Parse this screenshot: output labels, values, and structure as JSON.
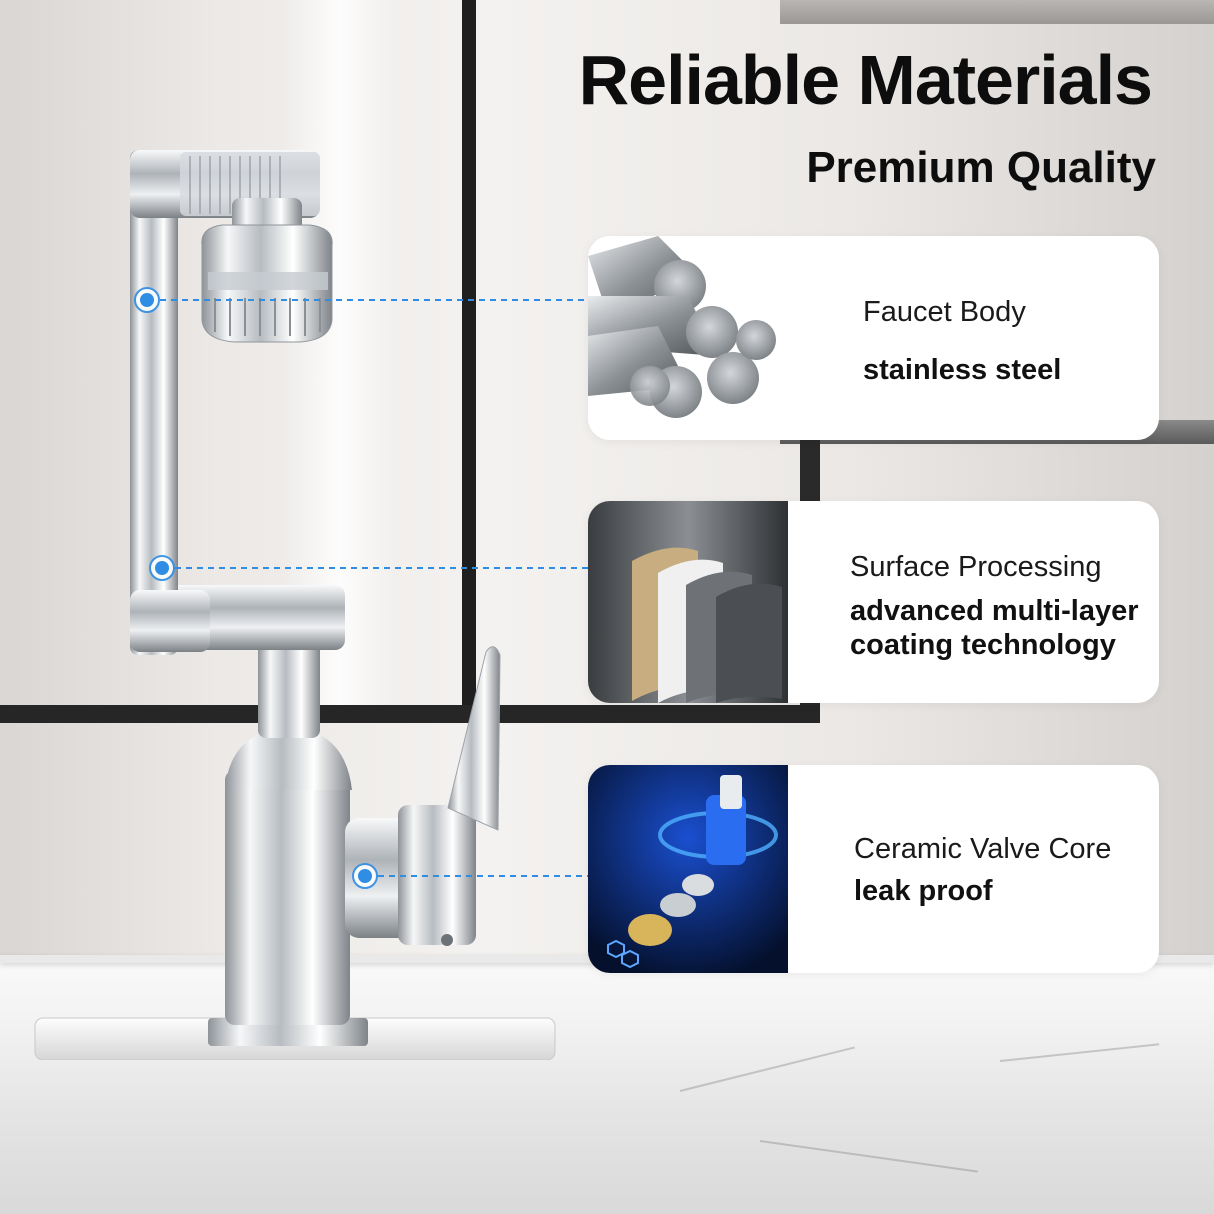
{
  "header": {
    "title": "Reliable Materials",
    "subtitle": "Premium Quality"
  },
  "features": [
    {
      "title": "Faucet Body",
      "description": "stainless steel",
      "icon": "steel-rods-icon"
    },
    {
      "title": "Surface Processing",
      "description": "advanced multi-layer coating technology",
      "icon": "coating-layers-icon"
    },
    {
      "title": "Ceramic Valve Core",
      "description": "leak proof",
      "icon": "valve-core-icon"
    }
  ],
  "colors": {
    "accent": "#2f8de4",
    "text": "#111111",
    "card": "#ffffff"
  }
}
